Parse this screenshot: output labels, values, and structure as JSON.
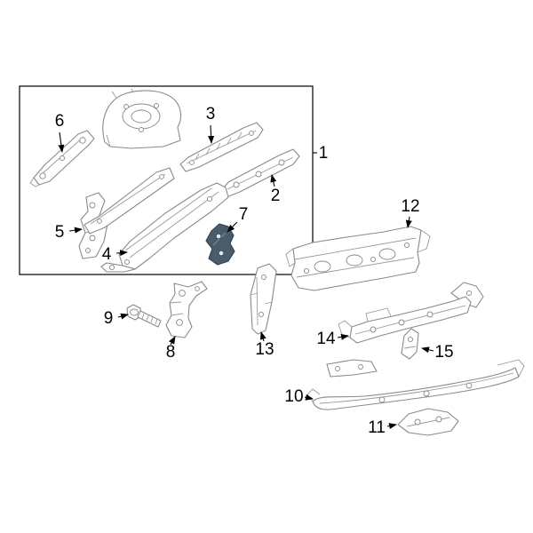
{
  "diagram": {
    "callouts": {
      "c1": "1",
      "c2": "2",
      "c3": "3",
      "c4": "4",
      "c5": "5",
      "c6": "6",
      "c7": "7",
      "c8": "8",
      "c9": "9",
      "c10": "10",
      "c11": "11",
      "c12": "12",
      "c13": "13",
      "c14": "14",
      "c15": "15"
    },
    "highlighted_part": "7",
    "colors": {
      "highlight_fill": "#4a5b6c",
      "part_line": "#8a8a8a",
      "callout_text": "#000000",
      "assembly_box_line": "#000000",
      "background": "#ffffff"
    }
  }
}
